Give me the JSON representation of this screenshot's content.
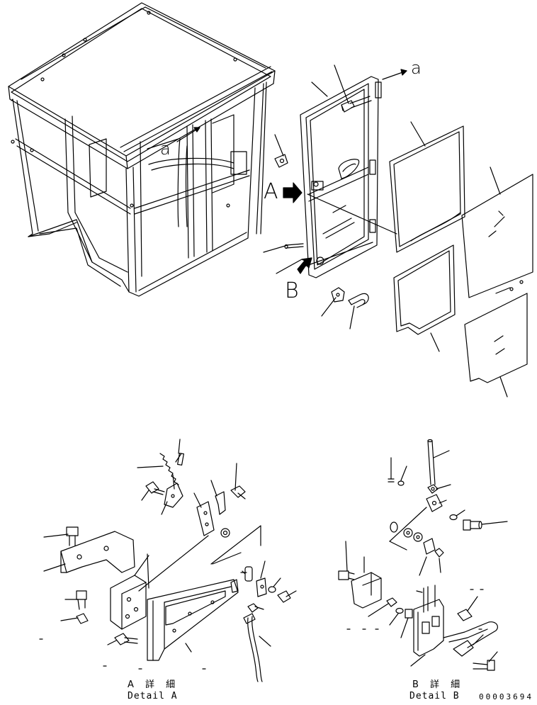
{
  "callouts": {
    "view_a": "A",
    "view_b": "B",
    "ref_a_cab": "a",
    "ref_a_door": "a"
  },
  "details": {
    "a_jp": "A 詳 細",
    "a_en": "Detail A",
    "b_jp": "B 詳 細",
    "b_en": "Detail B"
  },
  "document_number": "00003694",
  "colors": {
    "ink": "#000000",
    "paper": "#ffffff"
  }
}
